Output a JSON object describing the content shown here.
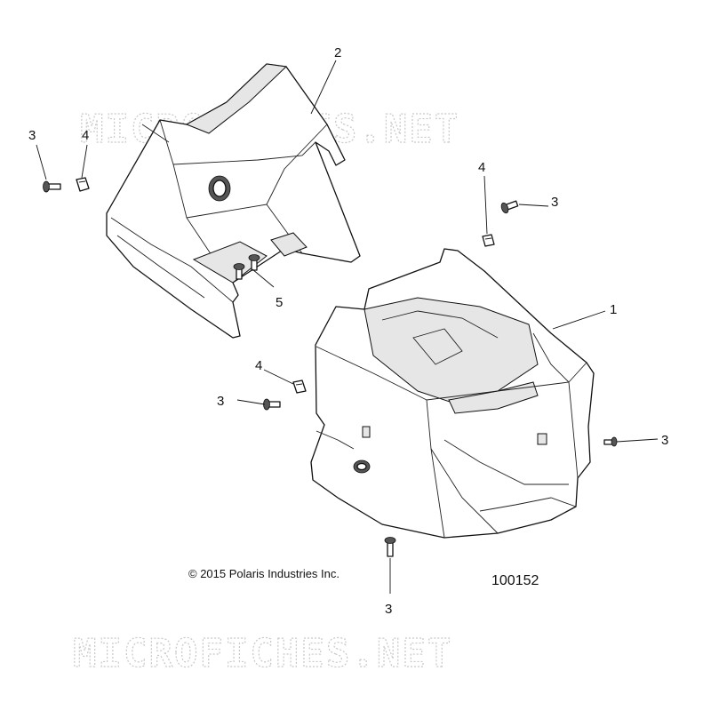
{
  "watermark": "MICROFICHES.NET",
  "copyright": "© 2015 Polaris Industries Inc.",
  "figure_number": "100152",
  "callouts": {
    "c1": "1",
    "c2": "2",
    "c3a": "3",
    "c3b": "3",
    "c3c": "3",
    "c3d": "3",
    "c3e": "3",
    "c4a": "4",
    "c4b": "4",
    "c4c": "4",
    "c5": "5"
  }
}
